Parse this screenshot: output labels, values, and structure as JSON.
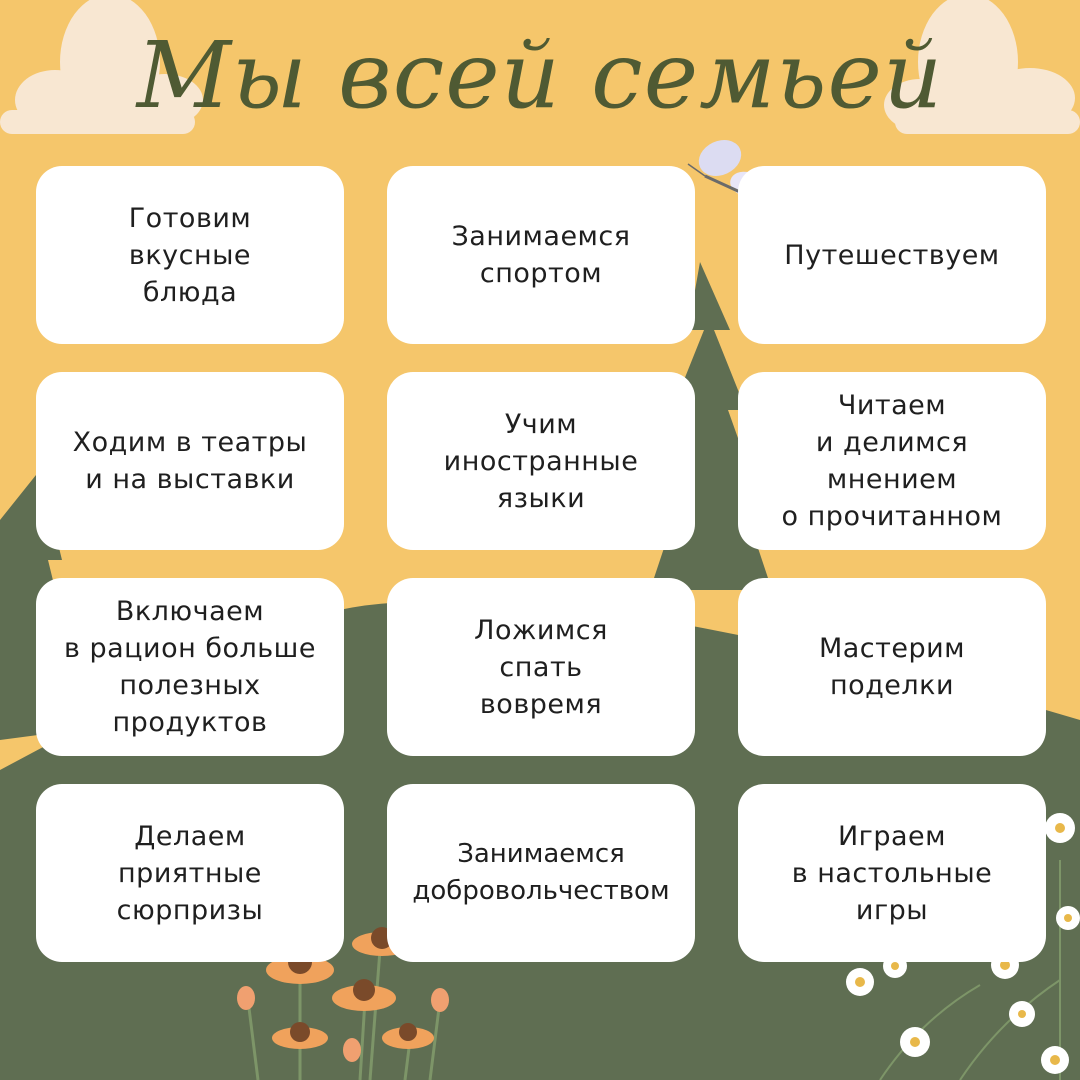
{
  "title": "Мы всей семьей",
  "colors": {
    "background": "#f5c66b",
    "hills": "#5f6e52",
    "card": "#ffffff",
    "title": "#4f5a33"
  },
  "cards": [
    {
      "label": "Готовим\nвкусные\nблюда"
    },
    {
      "label": "Занимаемся\nспортом"
    },
    {
      "label": "Путешествуем"
    },
    {
      "label": "Ходим в театры\nи на выставки"
    },
    {
      "label": "Учим\nиностранные\nязыки"
    },
    {
      "label": "Читаем\nи делимся\nмнением\nо прочитанном"
    },
    {
      "label": "Включаем\nв рацион больше\nполезных\nпродуктов"
    },
    {
      "label": "Ложимся\nспать\nвовремя"
    },
    {
      "label": "Мастерим\nподелки"
    },
    {
      "label": "Делаем\nприятные\nсюрпризы"
    },
    {
      "label": "Занимаемся\nдобровольчеством"
    },
    {
      "label": "Играем\nв настольные\nигры"
    }
  ]
}
